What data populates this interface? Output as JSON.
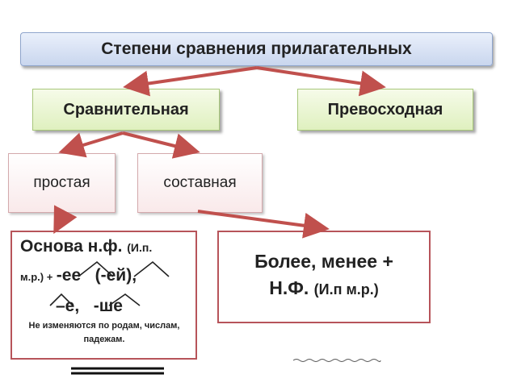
{
  "title": "Степени сравнения прилагательных",
  "comparative": "Сравнительная",
  "superlative": "Превосходная",
  "simple": "простая",
  "compound": "составная",
  "simple_rule": {
    "line1_main": "Основа н.ф.",
    "line1_note": "(И.п.",
    "line2_note": "м.р.) +",
    "line2_suffixes": "-ее   (-ей),",
    "line3": "–е,   -ше",
    "note": "Не изменяются по родам, числам, падежам."
  },
  "compound_rule": {
    "line1": "Более, менее +",
    "line2_main": "Н.Ф.",
    "line2_note": "(И.п м.р.)"
  },
  "colors": {
    "arrow": "#c0504d",
    "rule_border": "#b7545a"
  }
}
